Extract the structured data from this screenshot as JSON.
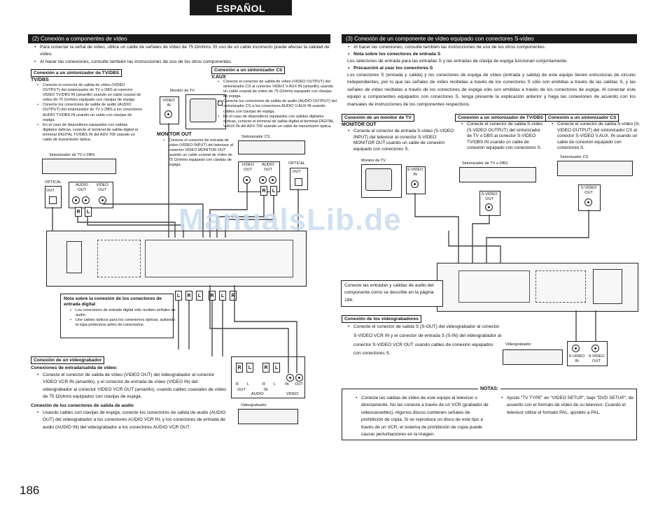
{
  "header": {
    "language": "ESPAÑOL"
  },
  "page_number": "186",
  "watermark": "ManualsLib.de",
  "left": {
    "section_title": "(2) Conexión a componentes de vídeo",
    "intro": [
      "Para conectar la señal de vídeo, utilice un cable de señales de vídeo de 75 Ω/ohms. El uso de un cable incorrecto puede afectar la calidad de vídeo.",
      "Al hacer las conexiones, consulte también las instrucciones de uso de los otros componentes."
    ],
    "tvdbs": {
      "box": "Conexión a un sintonizador de TV/DBS",
      "title": "TV/DBS",
      "bullets": [
        "Conecte el conector de salida de vídeo (VIDEO OUTPUT) del sintonizador de TV o DBS al conector VIDEO TV/DBS IN (amarillo) usando un cable coaxial de vídeo de 75 Ω/ohms equipado con clavijas de espiga.",
        "Conecte los conectores de salida de audio (AUDIO OUTPUT) del sintonizador de TV o DBS a los conectores AUDIO TV/DBS IN usando un cable con clavijas de espiga.",
        "En el caso de dispositivos equipados con salidas digitales ópticas, conecte el terminal de salida digital al terminal DIGITAL TV/DBS IN del ADV-700 usando un cable de transmisión óptica."
      ],
      "device": "Sintonizador de TV o DBS",
      "jacks": {
        "optical": "OPTICAL",
        "out": "OUT",
        "audio_out": "AUDIO OUT",
        "video_out": "VIDEO OUT",
        "r": "R",
        "l": "L"
      }
    },
    "monitor": {
      "label": "Monitor de TV",
      "video_in": "VIDEO IN",
      "title": "MONITOR OUT",
      "bullet": "Conecte el conector de entrada de vídeo (VIDEO INPUT) del televisor al conector VIDEO MONITOR OUT usando un cable coaxial de vídeo de 75 Ω/ohms equipado con clavijas de espiga."
    },
    "cs": {
      "box": "Conexión a un sintonizador CS",
      "title": "V.AUX",
      "bullets": [
        "Conecte el conector de salida de vídeo (VIDEO OUTPUT) del sintonizador CS al conector VIDEO V.AUX IN (amarillo) usando un cable coaxial de vídeo de 75 Ω/ohms equipado con clavijas de espiga.",
        "Conecte los conectores de salida de audio (AUDIO OUTPUT) del sintonizador CS a los conectores AUDIO V.AUX IN usando cables con clavijas de espiga.",
        "En el caso de dispositivos equipados con salidas digitales ópticas, conecte el terminal de salida digital al terminal DIGITAL V.AUX IN del ADV-700 usando un cable de transmisión óptica."
      ],
      "device": "Sintonizador CS",
      "jacks": {
        "video_out": "VIDEO OUT",
        "audio_out": "AUDIO OUT",
        "optical": "OPTICAL",
        "out": "OUT",
        "r": "R",
        "l": "L"
      }
    },
    "digital_note": {
      "title": "Nota sobre la conexión de los conectores de entrada digital",
      "bullets": [
        "Los conectores de entrada digital sólo reciben señales de audio.",
        "Use cables ópticos para los conexiones ópticas, quitando la tapa protectora antes de conectarlos."
      ]
    },
    "vcr": {
      "box": "Conexión de un videograbador",
      "sub1": "Conexiones de entrada/salida de vídeo:",
      "text1": "Conecte el conector de salida de vídeo (VIDEO OUT) del videograbador al conector VIDEO VCR IN (amarillo), y el conector de entrada de vídeo (VIDEO IN) del videograbador al conector VIDEO VCR OUT (amarillo), usando cables coaxiales de vídeo de 75 Ω/ohms equipados con clavijas de espiga.",
      "sub2": "Conexión de los conectores de salida de audio",
      "text2": "Usando cables con clavijas de espiga, conecte los conectores de salida de audio (AUDIO OUT) del videograbador a los conectores AUDIO VCR IN, y los conectores de entrada de audio (AUDIO IN) del videograbador a los conectores AUDIO VCR OUT.",
      "device": "Videograbador",
      "jacks": {
        "r": "R",
        "l": "L",
        "out": "OUT",
        "in": "IN",
        "audio": "AUDIO",
        "video": "VIDEO"
      }
    }
  },
  "right": {
    "section_title": "(3) Conexión de un componente de vídeo equipado con conectores S-vídeo",
    "intro": "Al hacer las conexiones, consulte también las instrucciones de uso de los otros componentes.",
    "note_title": "Nota sobre los conectores de entrada S",
    "note_text": "Los selectores de entrada para las entradas S y las entradas de clavija de espiga funcionan conjuntamente.",
    "caution_title": "Precaución al usar los conectores S",
    "caution_text": "Los conectores S (entrada y salida) y los conectores de espiga de vídeo (entrada y salida) de este equipo tienen estructuras de circuito independientes, por lo que las señales de vídeo recibidas a través de los conectores S sólo son emitidas a través de las salidas S, y las señales de vídeo recibidas a través de los conectores de espiga sólo son emitidas a través de los conectores de espiga. Al conectar este equipo a componentes equipados con conectores S, tenga presente la explicación anterior y haga las conexiones de acuerdo con los manuales de instrucciones de los componentes respectivos.",
    "monitor": {
      "box": "Conexión de un monitor de TV",
      "title": "MONITOR OUT",
      "text": "Conecte el conector de entrada S-vídeo (S-VIDEO INPUT) del televisor al conector S-VIDEO MONITOR OUT usando un cable de conexión equipado con conectores S.",
      "label": "Monitor de TV",
      "jack": "S-VIDEO IN"
    },
    "tvdbs": {
      "box": "Conexión a un sintonizador de TV/DBS",
      "text": "Conecte el conector de salida S-vídeo (S-VIDEO OUTPUT) del sintonizador de TV o DBS al conector S-VIDEO TV/DBS IN usando un cable de conexión equipado con conectores S.",
      "device": "Sintonizador de TV o DBS",
      "jack": "S-VIDEO OUT"
    },
    "cs": {
      "box": "Conexión a un sintonizador CS",
      "text": "Conecte el conector de salida S-vídeo (S-VIDEO OUTPUT) del sintonizador CS al conector S-VIDEO V.AUX. IN usando un cable de conexión equipado con conectores S.",
      "device": "Sintonizador CS",
      "jack": "S-VIDEO OUT"
    },
    "audio_note": "Conecte las entradas y salidas de audio del componente como se describe en la página 186.",
    "vcr": {
      "box": "Conexión de los videograbadores",
      "text": "Conecte el conector de salida S (S-OUT) del videograbador al conector S-VIDEO VCR IN y el conector de entrada S (S-IN) del videograbador al conector S-VIDEO VCR OUT usando cables de conexión equipados con conectores S.",
      "device": "Videograbador",
      "jack_in": "S-VIDEO IN",
      "jack_out": "S-VIDEO OUT"
    }
  },
  "notes": {
    "title": "NOTAS:",
    "left": "Conecte las salidas de vídeo de este equipo al televisor o directamente. No las conecte a través de un VCR (grabador de videocassettes). Algunos discos contienen señales de prohibición de copia. Si se reproduce un disco de este tipo a través de un VCR, el sistema de prohibición de copia puede causar perturbaciones en la imagen.",
    "right": "Ajuste \"TV TYPE\" en \"VIDEO SETUP\", bajo \"DVD SETUP\", de acuerdo con el formato de vídeo de su televisor. Cuando el televisor utilice el formato PAL, ajústelo a PAL."
  }
}
